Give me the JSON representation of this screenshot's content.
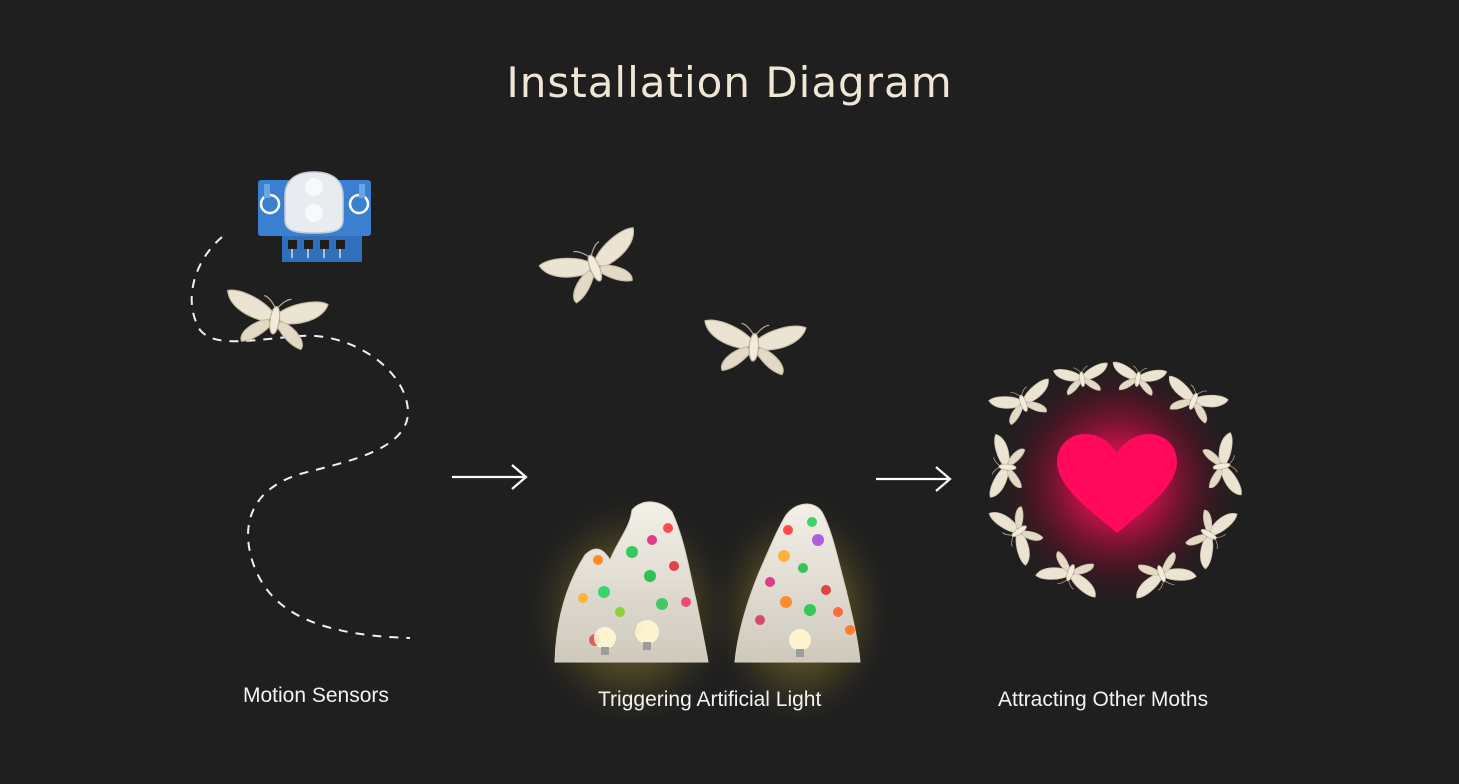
{
  "title": "Installation Diagram",
  "steps": [
    {
      "label": "Motion Sensors",
      "icon": "motion-sensor-icon"
    },
    {
      "label": "Triggering Artificial Light",
      "icon": "light-sculpture-icon"
    },
    {
      "label": "Attracting Other Moths",
      "icon": "heart-icon"
    }
  ],
  "colors": {
    "background": "#1f1f1f",
    "title": "#efe6d6",
    "sensor_board": "#3a7fd0",
    "heart": "#ff0a5c",
    "light_glow": "#f2d86a",
    "moth": "#e9e1d0"
  }
}
